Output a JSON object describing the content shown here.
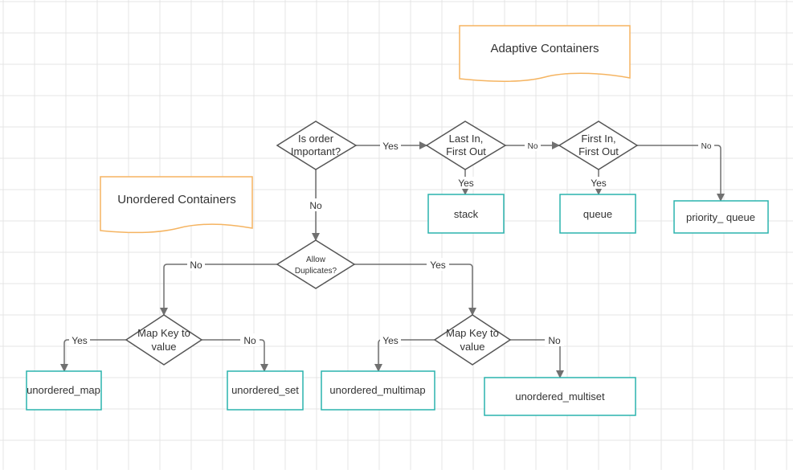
{
  "colors": {
    "grid": "#e4e4e4",
    "line": "#707070",
    "diamond_stroke": "#555555",
    "box_stroke": "#2ab3ad",
    "doc_stroke": "#f5b461",
    "text": "#333333"
  },
  "documents": {
    "adaptive": "Adaptive Containers",
    "unordered": "Unordered Containers"
  },
  "decisions": {
    "order": [
      "Is order",
      "Important?"
    ],
    "lifo": [
      "Last In,",
      "First Out"
    ],
    "fifo": [
      "First In,",
      "First Out"
    ],
    "duplicates": [
      "Allow",
      "Duplicates?"
    ],
    "mapkey_left": [
      "Map Key to",
      "value"
    ],
    "mapkey_right": [
      "Map Key to",
      "value"
    ]
  },
  "results": {
    "stack": "stack",
    "queue": "queue",
    "priority_queue": "priority_ queue",
    "unordered_map": "unordered_map",
    "unordered_set": "unordered_set",
    "unordered_multimap": "unordered_multimap",
    "unordered_multiset": "unordered_multiset"
  },
  "edge_labels": {
    "order_yes": "Yes",
    "order_no": "No",
    "lifo_yes": "Yes",
    "lifo_no": "No",
    "fifo_yes": "Yes",
    "fifo_no": "No",
    "dup_no": "No",
    "dup_yes": "Yes",
    "left_yes": "Yes",
    "left_no": "No",
    "right_yes": "Yes",
    "right_no": "No"
  }
}
